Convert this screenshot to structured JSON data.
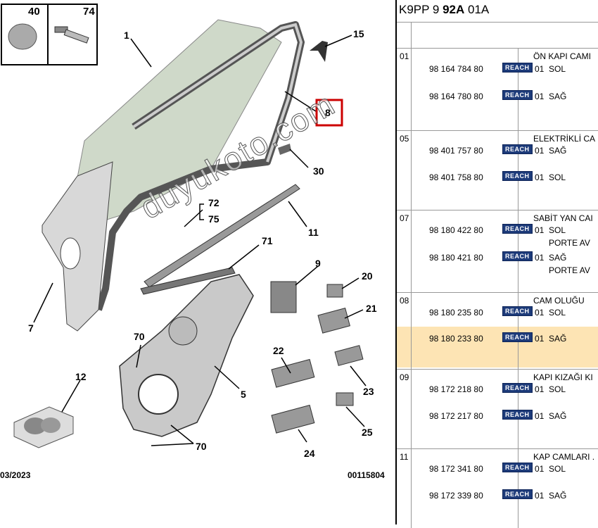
{
  "diagram": {
    "thumbs": [
      "40",
      "74"
    ],
    "callouts": [
      "1",
      "15",
      "8",
      "30",
      "72",
      "75",
      "11",
      "71",
      "9",
      "20",
      "21",
      "7",
      "70",
      "5",
      "22",
      "23",
      "12",
      "25",
      "24",
      "70"
    ],
    "date": "03/2023",
    "code": "00115804",
    "watermark": "duyukoto.com",
    "highlight_color": "#cc0000"
  },
  "panel": {
    "header_pre": "K9PP 9 ",
    "header_bold": "92A",
    "header_post": " 01A",
    "reach_label": "REACH",
    "highlight_color": "#fde4b4",
    "groups": [
      {
        "num": "01",
        "title": "ÖN KAPI CAMI",
        "lines": [
          {
            "pn": "98 164 784 80",
            "qty": "01",
            "side": "SOL",
            "sub": ""
          },
          {
            "pn": "98 164 780 80",
            "qty": "01",
            "side": "SAĞ",
            "sub": ""
          }
        ]
      },
      {
        "num": "05",
        "title": "ELEKTRİKLİ CA",
        "lines": [
          {
            "pn": "98 401 757 80",
            "qty": "01",
            "side": "SAĞ",
            "sub": ""
          },
          {
            "pn": "98 401 758 80",
            "qty": "01",
            "side": "SOL",
            "sub": ""
          }
        ]
      },
      {
        "num": "07",
        "title": "SABİT YAN CAI",
        "lines": [
          {
            "pn": "98 180 422 80",
            "qty": "01",
            "side": "SOL",
            "sub": "PORTE AV"
          },
          {
            "pn": "98 180 421 80",
            "qty": "01",
            "side": "SAĞ",
            "sub": "PORTE AV"
          }
        ]
      },
      {
        "num": "08",
        "title": "CAM OLUĞU",
        "lines": [
          {
            "pn": "98 180 235 80",
            "qty": "01",
            "side": "SOL",
            "sub": ""
          },
          {
            "pn": "98 180 233 80",
            "qty": "01",
            "side": "SAĞ",
            "sub": ""
          }
        ]
      },
      {
        "num": "09",
        "title": "KAPI KIZAĞI KI",
        "lines": [
          {
            "pn": "98 172 218 80",
            "qty": "01",
            "side": "SOL",
            "sub": ""
          },
          {
            "pn": "98 172 217 80",
            "qty": "01",
            "side": "SAĞ",
            "sub": ""
          }
        ]
      },
      {
        "num": "11",
        "title": "KAP CAMLARI .",
        "lines": [
          {
            "pn": "98 172 341 80",
            "qty": "01",
            "side": "SOL",
            "sub": ""
          },
          {
            "pn": "98 172 339 80",
            "qty": "01",
            "side": "SAĞ",
            "sub": ""
          }
        ]
      }
    ]
  }
}
